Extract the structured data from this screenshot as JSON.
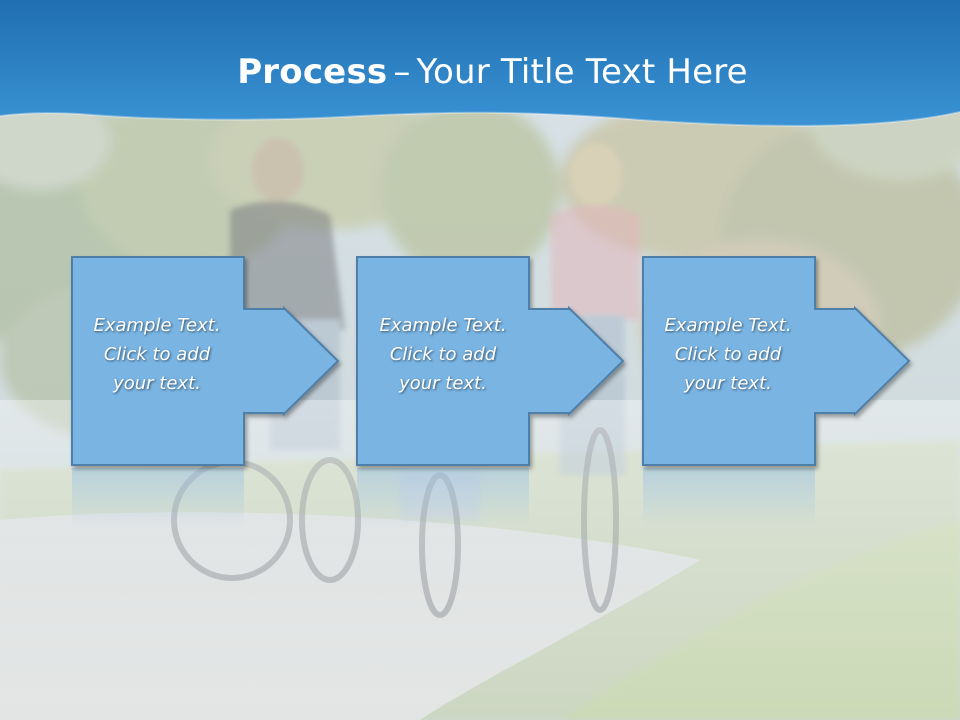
{
  "slide": {
    "title_bold": "Process",
    "title_dash": "–",
    "title_rest": "Your Title Text Here"
  },
  "steps": [
    {
      "text": "Example Text.\nClick  to add\nyour text."
    },
    {
      "text": "Example Text.\nClick  to add\nyour text."
    },
    {
      "text": "Example Text.\nClick  to add\nyour text."
    }
  ],
  "colors": {
    "header_blue": "#2E82C5",
    "shape_fill": "#79B4E3",
    "shape_border": "#4E7FA8"
  }
}
